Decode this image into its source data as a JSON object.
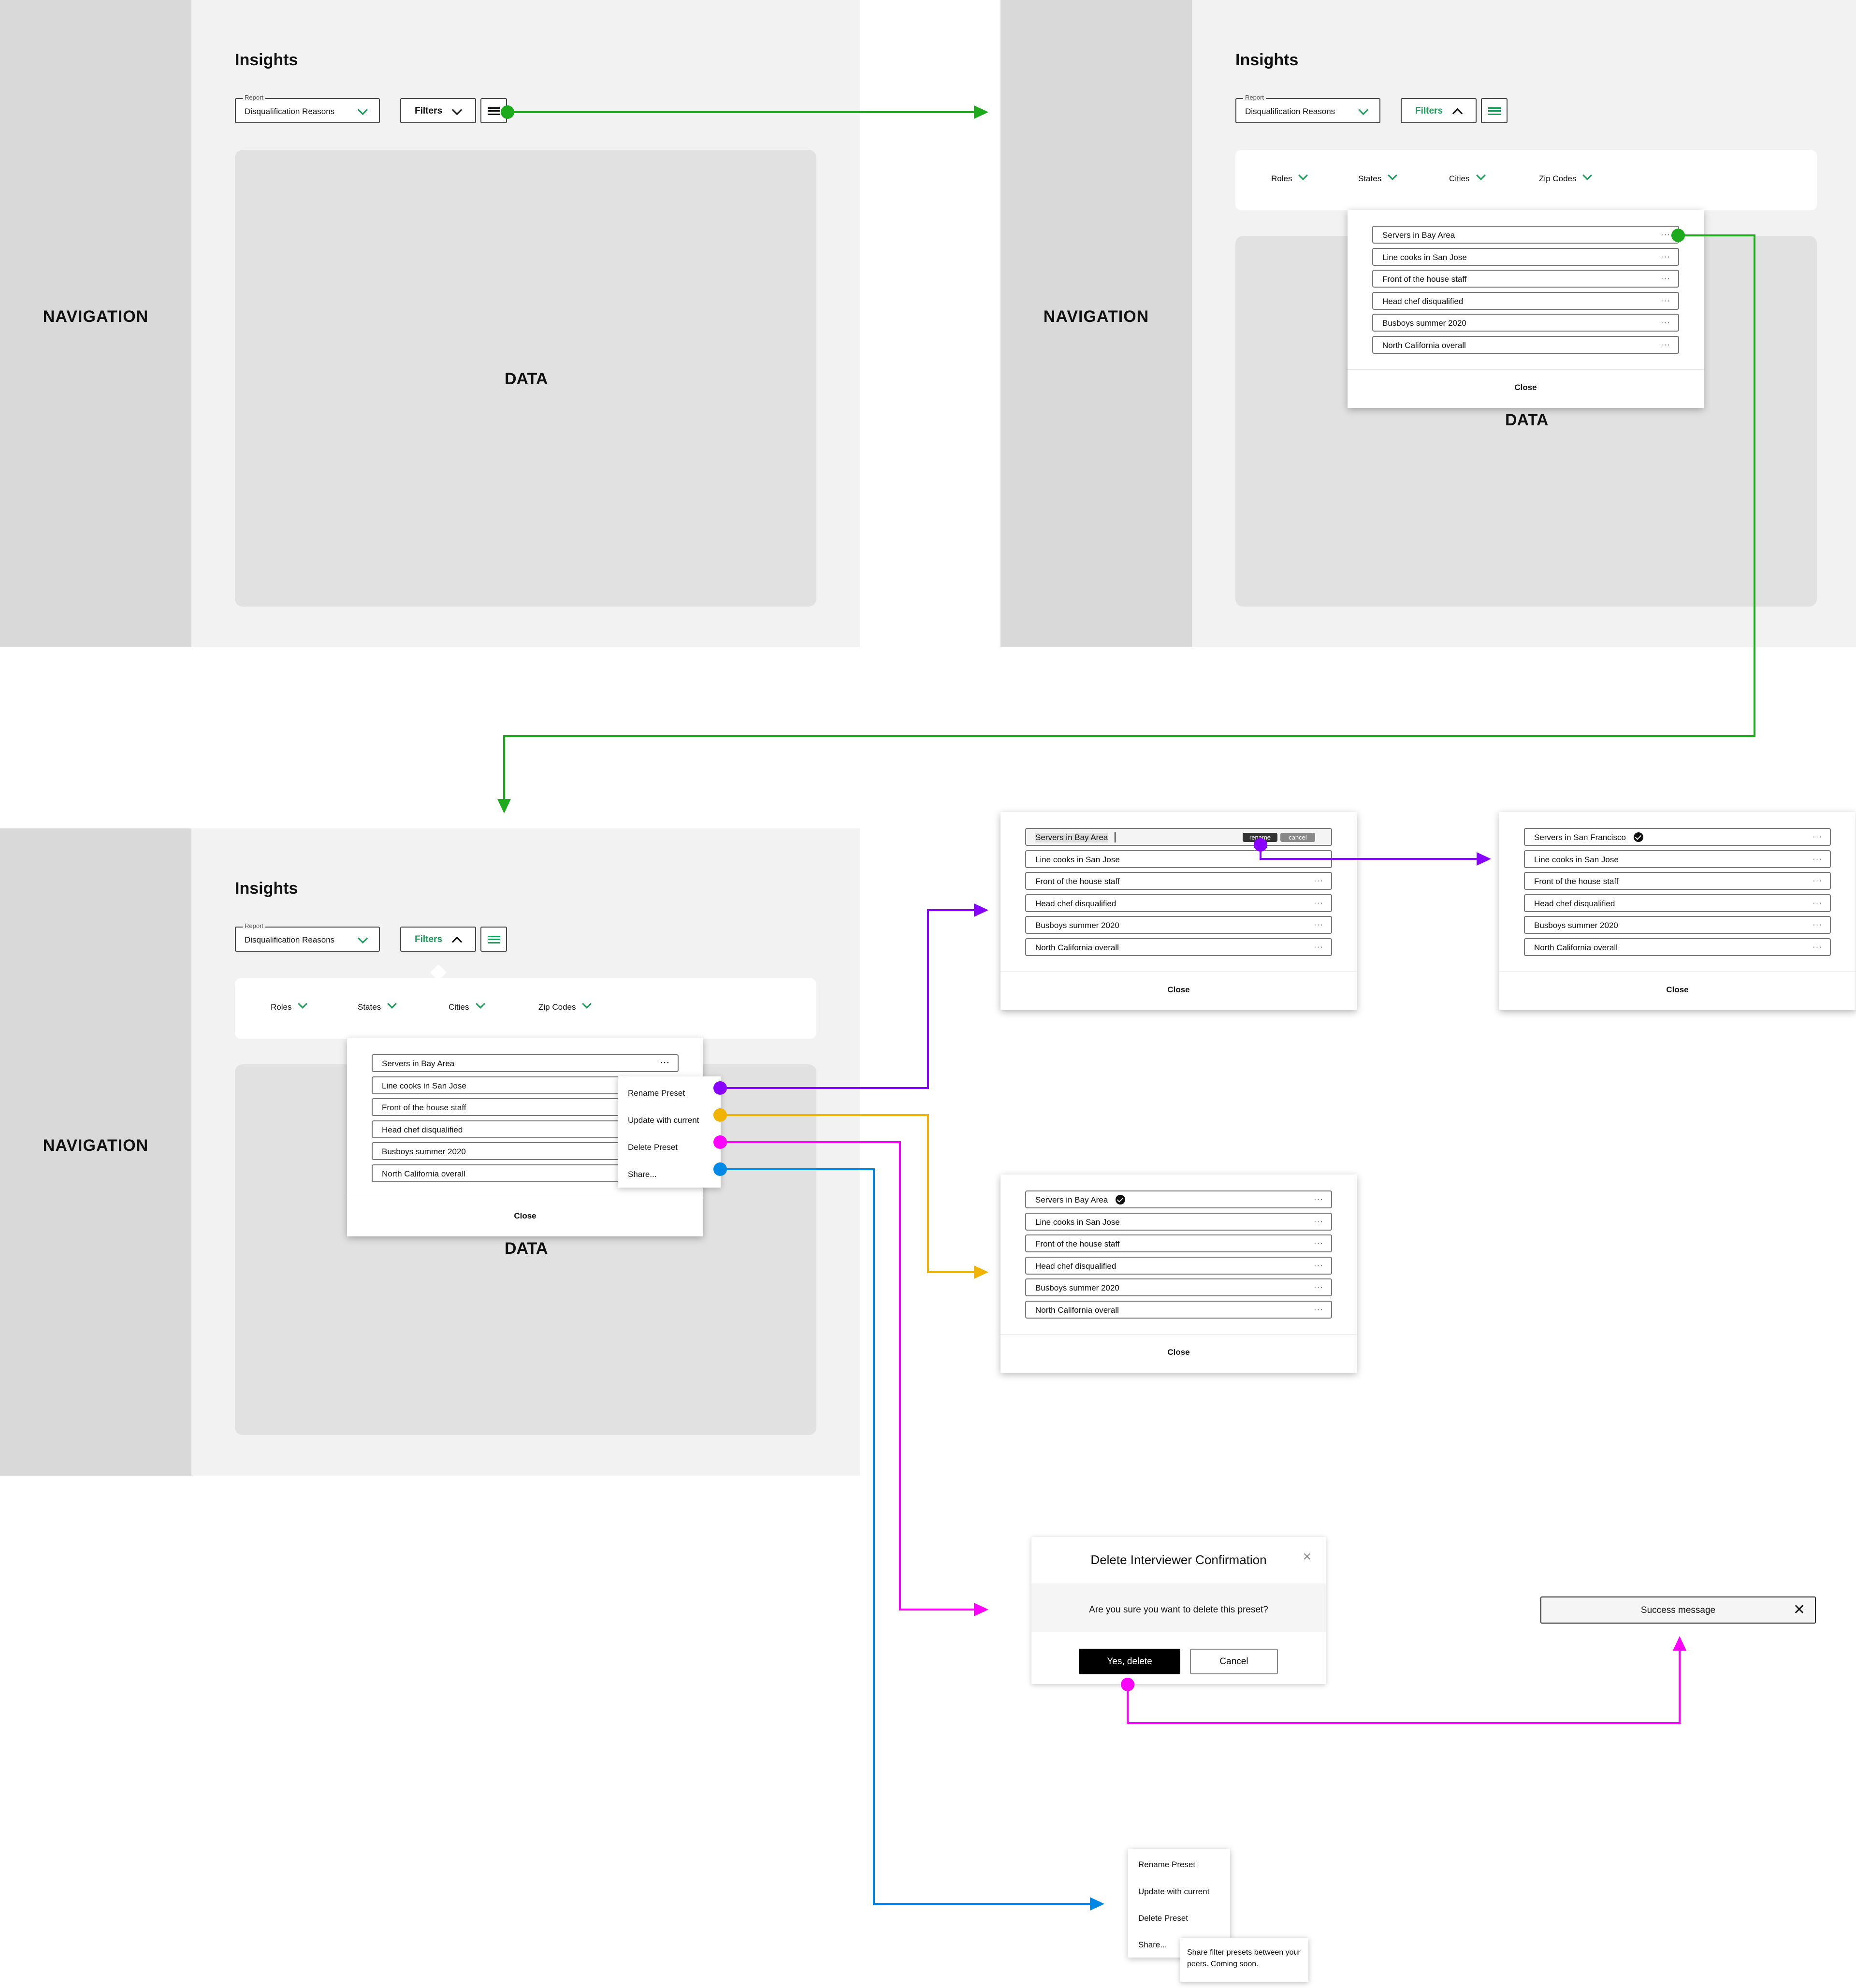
{
  "colors": {
    "green": "#1a9c5a",
    "flow_green": "#1dab1d",
    "purple": "#8800ff",
    "yellow": "#f0b400",
    "magenta": "#ff00ff",
    "blue": "#0088e6"
  },
  "screen": {
    "nav_label": "NAVIGATION",
    "title": "Insights",
    "report_label": "Report",
    "report_value": "Disqualification Reasons",
    "filters_label": "Filters",
    "data_label": "DATA"
  },
  "filter_bar": [
    "Roles",
    "States",
    "Cities",
    "Zip Codes"
  ],
  "presets": [
    "Servers in Bay Area",
    "Line cooks in San Jose",
    "Front of the house staff",
    "Head chef disqualified",
    "Busboys summer 2020",
    "North California overall"
  ],
  "presets_renamed": [
    "Servers in San Francisco",
    "Line cooks in San Jose",
    "Front of the house staff",
    "Head chef disqualified",
    "Busboys summer 2020",
    "North California overall"
  ],
  "dots": "···",
  "close_label": "Close",
  "rename_pill": "rename",
  "cancel_pill": "cancel",
  "context_menu": [
    "Rename Preset",
    "Update with current",
    "Delete Preset",
    "Share..."
  ],
  "dialog": {
    "title": "Delete Interviewer Confirmation",
    "close_glyph": "×",
    "text": "Are you sure you want to delete this preset?",
    "confirm": "Yes, delete",
    "cancel": "Cancel"
  },
  "toast": {
    "message": "Success message",
    "close_glyph": "✕"
  },
  "tooltip": "Share filter presets between your peers. Coming soon."
}
